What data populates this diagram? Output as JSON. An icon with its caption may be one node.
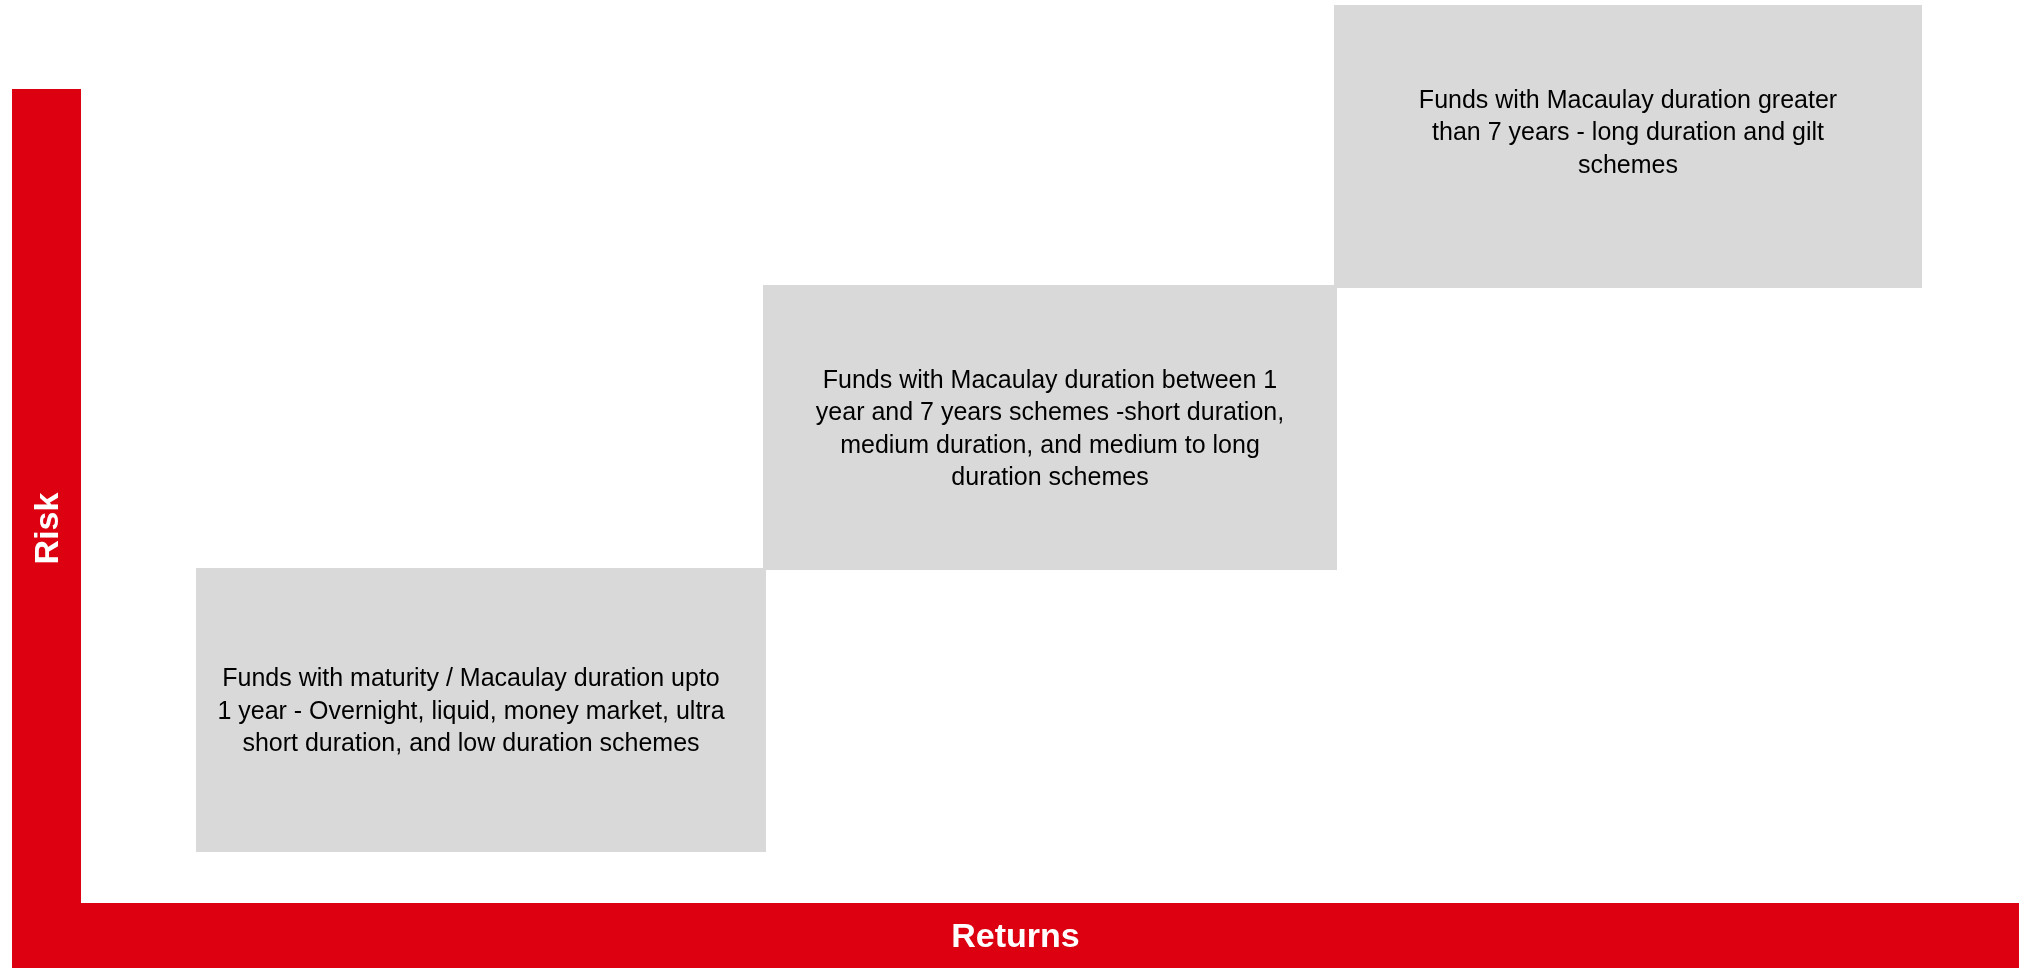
{
  "diagram": {
    "nodes": [
      {
        "text": [
          "Risk"
        ]
      },
      {
        "text": [
          "Returns"
        ]
      },
      {
        "text": [
          "Funds with maturity / Macaulay duration upto 1 year - Overnight, liquid, money market, ultra short duration, and low duration schemes"
        ]
      },
      {
        "text": [
          "Funds with Macaulay duration between 1 year and 7 years schemes -short duration, medium duration, and medium to long duration schemes"
        ]
      },
      {
        "text": [
          "Funds with Macaulay duration greater than 7 years - long duration and gilt schemes"
        ]
      }
    ]
  }
}
